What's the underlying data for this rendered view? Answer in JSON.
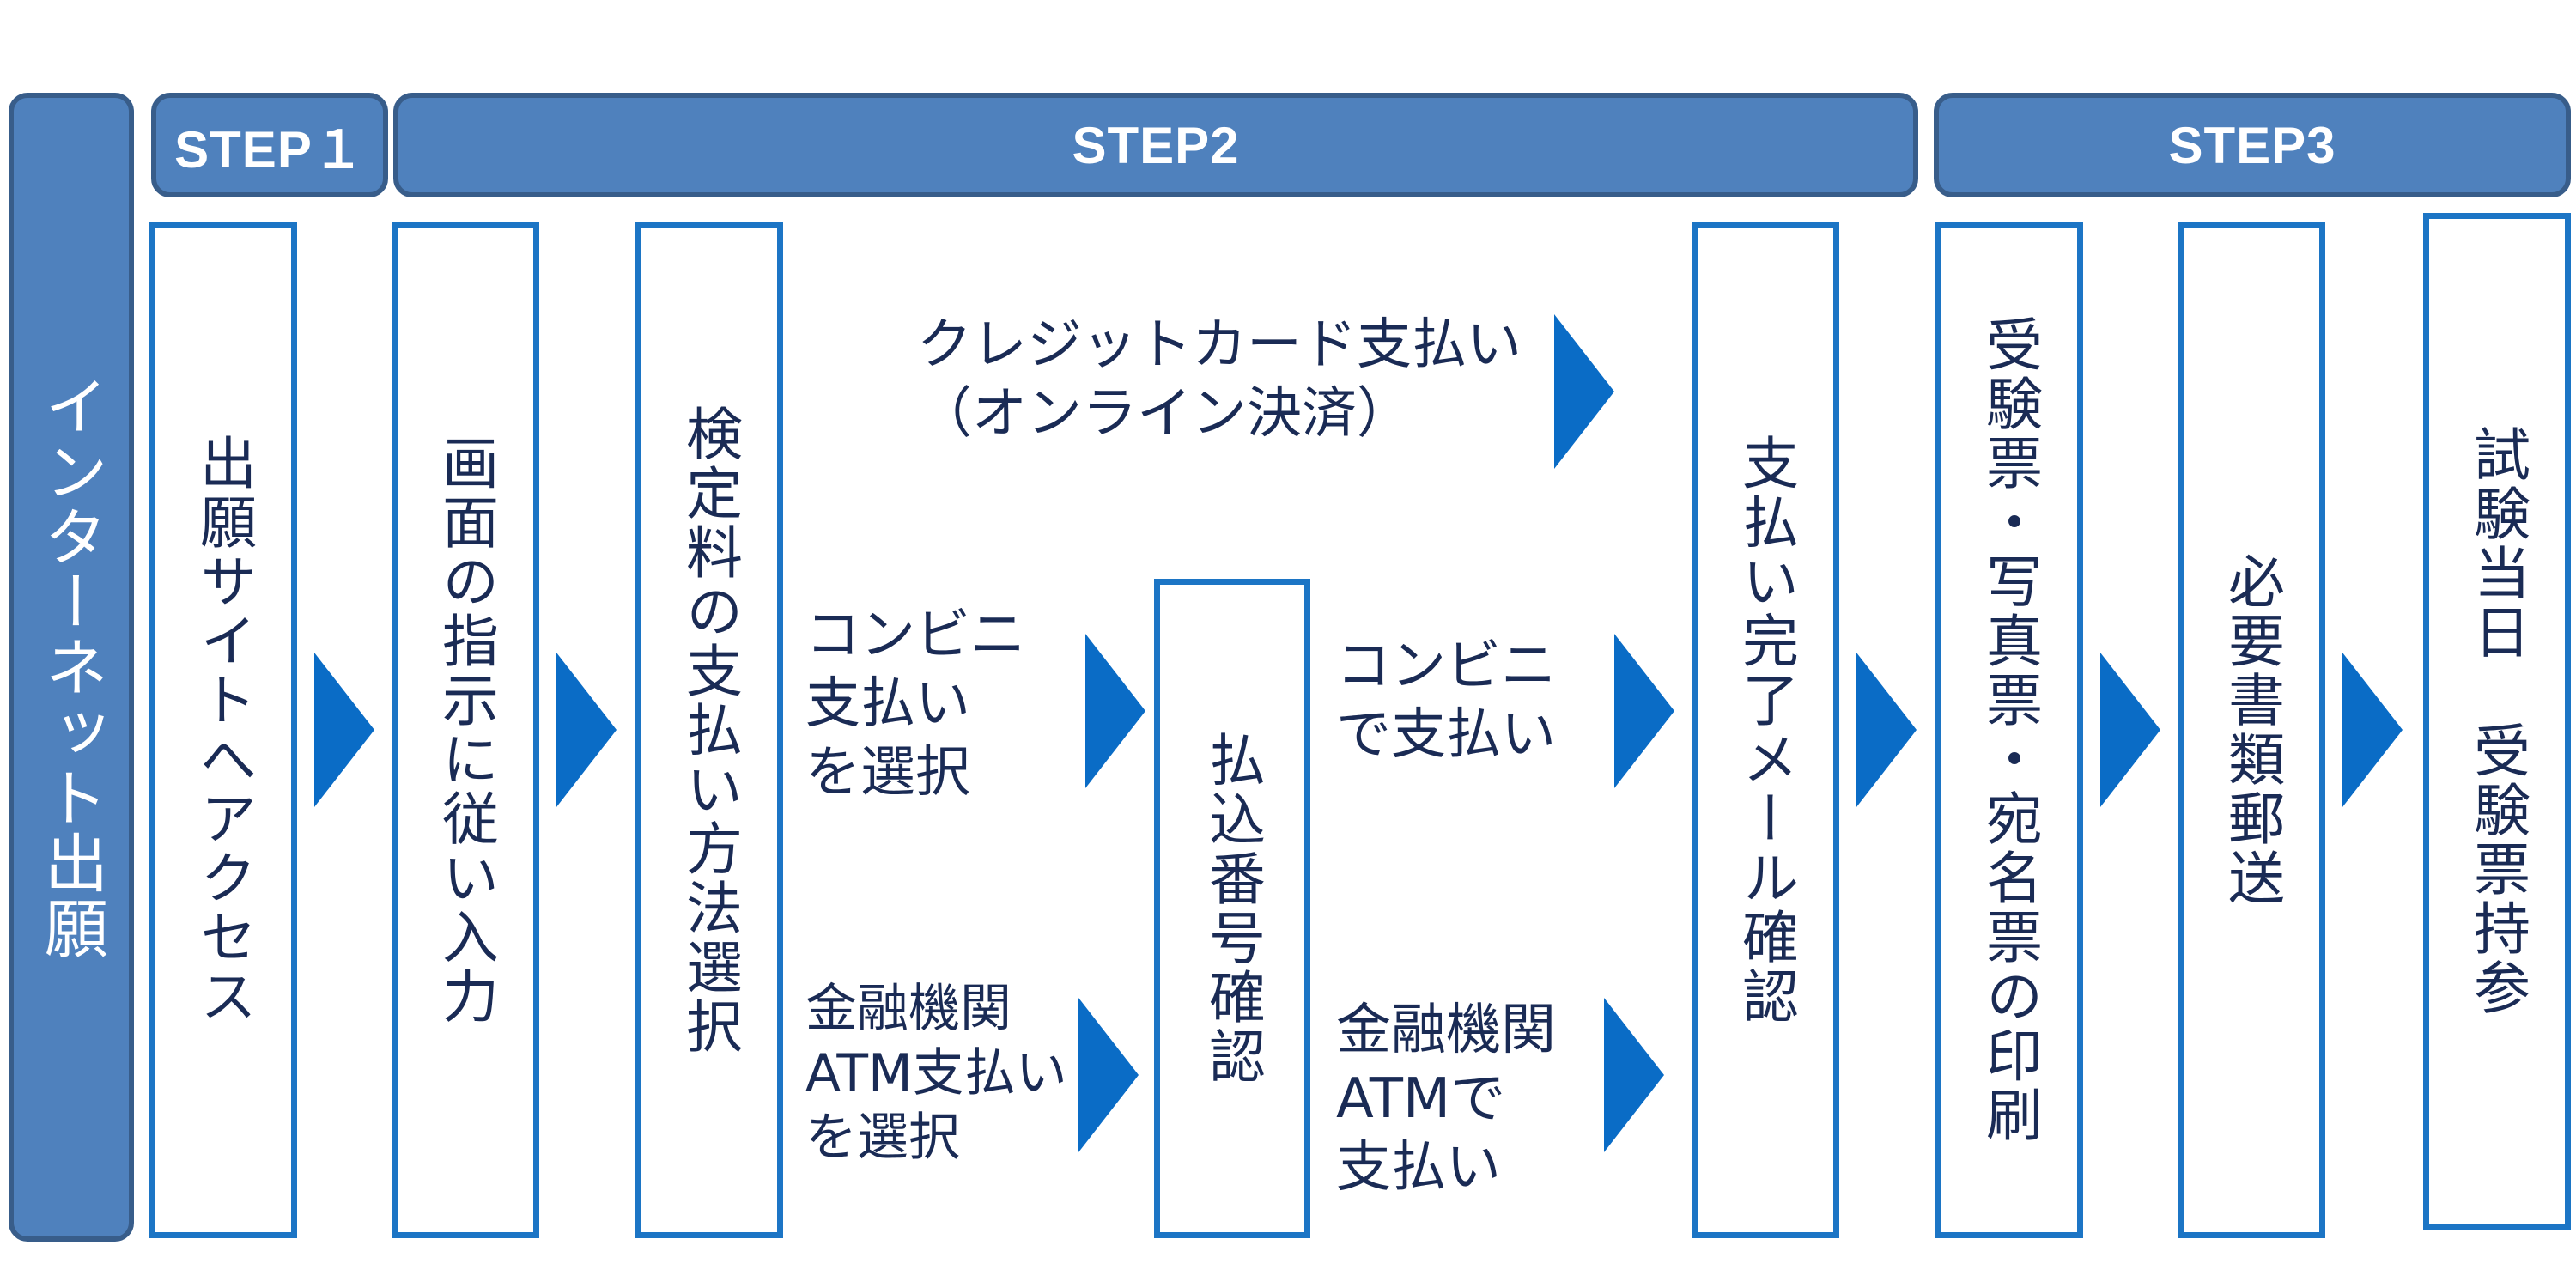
{
  "sidebar": {
    "label": "インターネット出願"
  },
  "steps": {
    "step1": "STEP１",
    "step2": "STEP2",
    "step3": "STEP3"
  },
  "flow": {
    "access": "出願サイトへアクセス",
    "input": "画面の指示に従い入力",
    "select_method": "検定料の支払い方法選択",
    "credit": {
      "line1": "クレジットカード支払い",
      "line2": "（オンライン決済）"
    },
    "konbini_select": {
      "line1": "コンビニ",
      "line2": "支払い",
      "line3": "を選択"
    },
    "atm_select": {
      "line1": "金融機関",
      "line2": "ATM支払い",
      "line3": "を選択"
    },
    "payment_number": "払込番号確認",
    "konbini_pay": {
      "line1": "コンビニ",
      "line2": "で支払い"
    },
    "atm_pay": {
      "line1": "金融機関",
      "line2": "ATMで",
      "line3": "支払い"
    },
    "payment_complete": "支払い完了メール確認",
    "print": "受験票・写真票・宛名票の印刷",
    "mail_docs": "必要書類郵送",
    "exam_day": "試験当日　受験票持参"
  },
  "colors": {
    "bar_fill": "#4f81bd",
    "bar_border": "#385d8a",
    "box_border": "#1c75c5",
    "arrow": "#0a6cc6",
    "text": "#1a2b55"
  }
}
